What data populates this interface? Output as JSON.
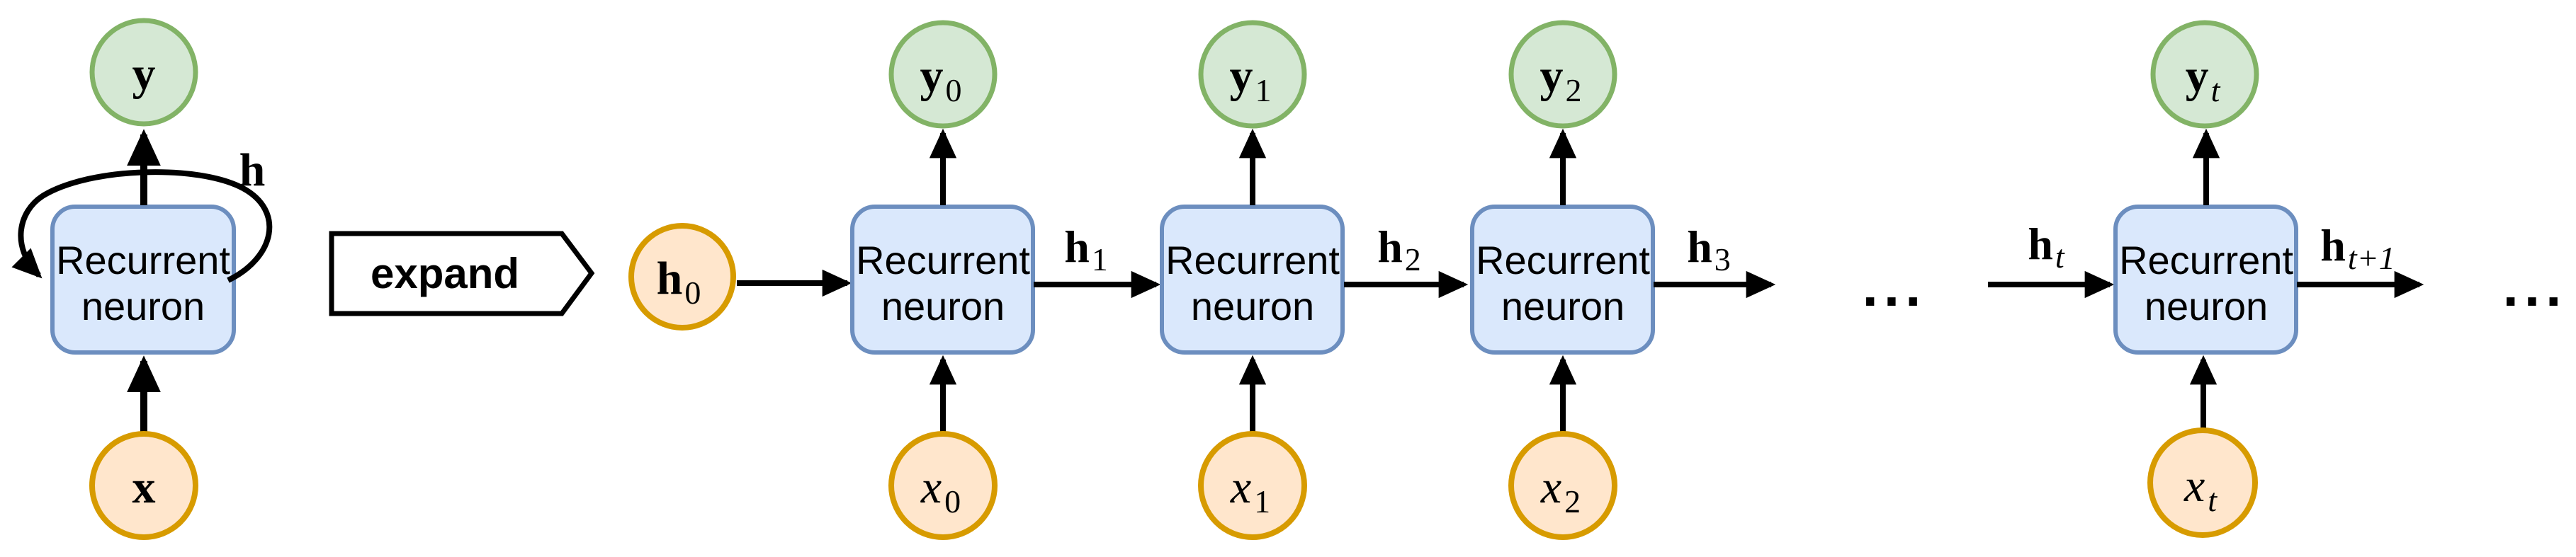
{
  "diagram": {
    "folded": {
      "y": "y",
      "h": "h",
      "x": "x",
      "box_line1": "Recurrent",
      "box_line2": "neuron"
    },
    "expand_label": "expand",
    "h0": {
      "base": "h",
      "sub": "0"
    },
    "units": [
      {
        "y_base": "y",
        "y_sub": "0",
        "x_base": "x",
        "x_sub": "0",
        "box_line1": "Recurrent",
        "box_line2": "neuron"
      },
      {
        "y_base": "y",
        "y_sub": "1",
        "x_base": "x",
        "x_sub": "1",
        "box_line1": "Recurrent",
        "box_line2": "neuron"
      },
      {
        "y_base": "y",
        "y_sub": "2",
        "x_base": "x",
        "x_sub": "2",
        "box_line1": "Recurrent",
        "box_line2": "neuron"
      },
      {
        "y_base": "y",
        "y_sub": "t",
        "x_base": "x",
        "x_sub": "t",
        "box_line1": "Recurrent",
        "box_line2": "neuron"
      }
    ],
    "h_links": [
      {
        "base": "h",
        "sub": "1"
      },
      {
        "base": "h",
        "sub": "2"
      },
      {
        "base": "h",
        "sub": "3"
      },
      {
        "base": "h",
        "sub": "t"
      },
      {
        "base": "h",
        "sub": "t+1"
      }
    ],
    "ellipsis_mid": "...",
    "ellipsis_end": "...",
    "colors": {
      "output_node_fill": "#d5e8d4",
      "output_node_stroke": "#82b366",
      "input_node_fill": "#ffe6cc",
      "input_node_stroke": "#d79b00",
      "neuron_box_fill": "#dae8fc",
      "neuron_box_stroke": "#6c8ebf",
      "arrow": "#000000",
      "background": "#ffffff"
    }
  }
}
